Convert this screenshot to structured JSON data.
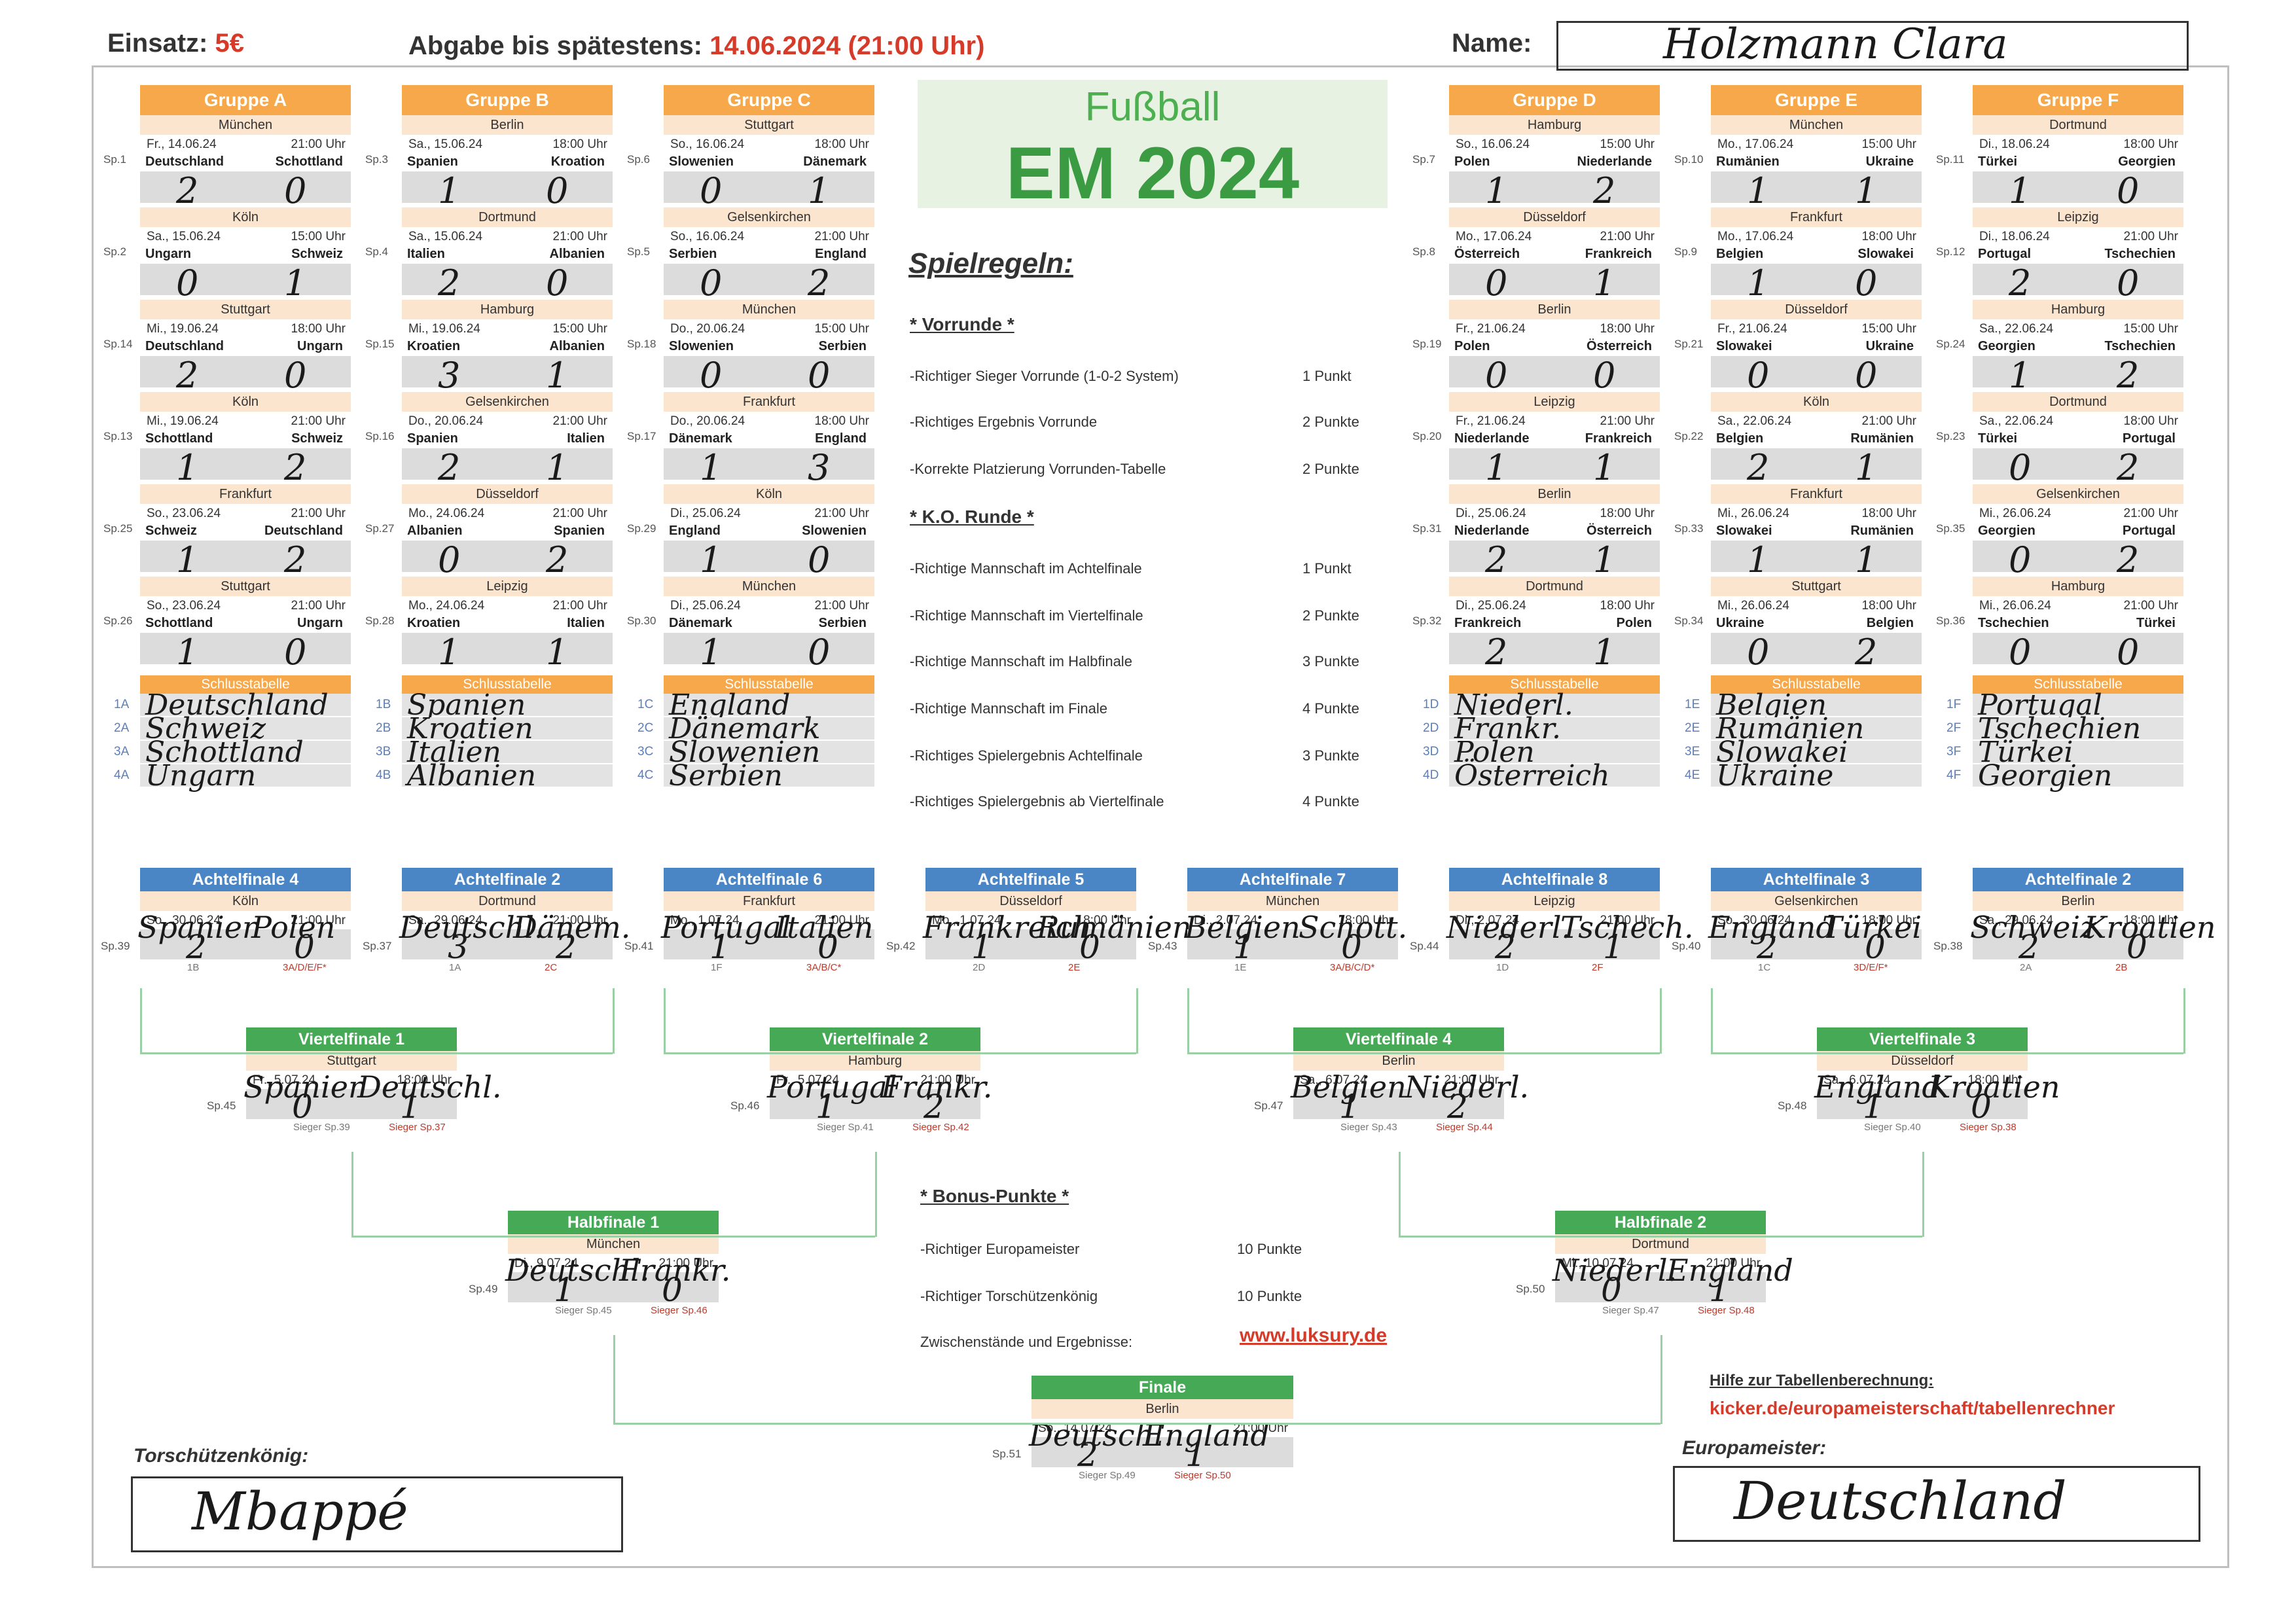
{
  "header": {
    "stake_label": "Einsatz:",
    "stake_value": "5€",
    "deadline_label": "Abgabe bis spätestens:",
    "deadline_value": "14.06.2024 (21:00 Uhr)",
    "name_label": "Name:",
    "name_value": "Holzmann Clara"
  },
  "title": {
    "small": "Fußball",
    "big": "EM 2024"
  },
  "rules": {
    "heading": "Spielregeln:",
    "vorrunde_heading": "* Vorrunde *",
    "vorrunde": [
      {
        "text": "-Richtiger Sieger Vorrunde (1-0-2 System)",
        "points": "1 Punkt"
      },
      {
        "text": "-Richtiges Ergebnis Vorrunde",
        "points": "2 Punkte"
      },
      {
        "text": "-Korrekte Platzierung Vorrunden-Tabelle",
        "points": "2 Punkte"
      }
    ],
    "ko_heading": "* K.O. Runde *",
    "ko": [
      {
        "text": "-Richtige Mannschaft im Achtelfinale",
        "points": "1 Punkt"
      },
      {
        "text": "-Richtige Mannschaft im Viertelfinale",
        "points": "2 Punkte"
      },
      {
        "text": "-Richtige Mannschaft im Halbfinale",
        "points": "3 Punkte"
      },
      {
        "text": "-Richtige Mannschaft im Finale",
        "points": "4 Punkte"
      },
      {
        "text": "-Richtiges Spielergebnis Achtelfinale",
        "points": "3 Punkte"
      },
      {
        "text": "-Richtiges Spielergebnis ab Viertelfinale",
        "points": "4 Punkte"
      }
    ],
    "bonus_heading": "* Bonus-Punkte *",
    "bonus": [
      {
        "text": "-Richtiger Europameister",
        "points": "10 Punkte"
      },
      {
        "text": "-Richtiger Torschützenkönig",
        "points": "10 Punkte"
      }
    ],
    "interim_label": "Zwischenstände und Ergebnisse:",
    "interim_link": "www.luksury.de",
    "help_label": "Hilfe zur Tabellenberechnung:",
    "help_link": "kicker.de/europameisterschaft/tabellenrechner"
  },
  "standings_label": "Schlusstabelle",
  "groups": [
    {
      "name": "Gruppe A",
      "letter": "A",
      "matches": [
        {
          "sp": "Sp.1",
          "venue": "München",
          "date": "Fr., 14.06.24",
          "time": "21:00 Uhr",
          "home": "Deutschland",
          "away": "Schottland",
          "hs": "2",
          "as": "0"
        },
        {
          "sp": "Sp.2",
          "venue": "Köln",
          "date": "Sa., 15.06.24",
          "time": "15:00 Uhr",
          "home": "Ungarn",
          "away": "Schweiz",
          "hs": "0",
          "as": "1"
        },
        {
          "sp": "Sp.14",
          "venue": "Stuttgart",
          "date": "Mi., 19.06.24",
          "time": "18:00 Uhr",
          "home": "Deutschland",
          "away": "Ungarn",
          "hs": "2",
          "as": "0"
        },
        {
          "sp": "Sp.13",
          "venue": "Köln",
          "date": "Mi., 19.06.24",
          "time": "21:00 Uhr",
          "home": "Schottland",
          "away": "Schweiz",
          "hs": "1",
          "as": "2"
        },
        {
          "sp": "Sp.25",
          "venue": "Frankfurt",
          "date": "So., 23.06.24",
          "time": "21:00 Uhr",
          "home": "Schweiz",
          "away": "Deutschland",
          "hs": "1",
          "as": "2"
        },
        {
          "sp": "Sp.26",
          "venue": "Stuttgart",
          "date": "So., 23.06.24",
          "time": "21:00 Uhr",
          "home": "Schottland",
          "away": "Ungarn",
          "hs": "1",
          "as": "0"
        }
      ],
      "table": [
        "Deutschland",
        "Schweiz",
        "Schottland",
        "Ungarn"
      ]
    },
    {
      "name": "Gruppe B",
      "letter": "B",
      "matches": [
        {
          "sp": "Sp.3",
          "venue": "Berlin",
          "date": "Sa., 15.06.24",
          "time": "18:00 Uhr",
          "home": "Spanien",
          "away": "Kroation",
          "hs": "1",
          "as": "0"
        },
        {
          "sp": "Sp.4",
          "venue": "Dortmund",
          "date": "Sa., 15.06.24",
          "time": "21:00 Uhr",
          "home": "Italien",
          "away": "Albanien",
          "hs": "2",
          "as": "0"
        },
        {
          "sp": "Sp.15",
          "venue": "Hamburg",
          "date": "Mi., 19.06.24",
          "time": "15:00 Uhr",
          "home": "Kroatien",
          "away": "Albanien",
          "hs": "3",
          "as": "1"
        },
        {
          "sp": "Sp.16",
          "venue": "Gelsenkirchen",
          "date": "Do., 20.06.24",
          "time": "21:00 Uhr",
          "home": "Spanien",
          "away": "Italien",
          "hs": "2",
          "as": "1"
        },
        {
          "sp": "Sp.27",
          "venue": "Düsseldorf",
          "date": "Mo., 24.06.24",
          "time": "21:00 Uhr",
          "home": "Albanien",
          "away": "Spanien",
          "hs": "0",
          "as": "2"
        },
        {
          "sp": "Sp.28",
          "venue": "Leipzig",
          "date": "Mo., 24.06.24",
          "time": "21:00 Uhr",
          "home": "Kroatien",
          "away": "Italien",
          "hs": "1",
          "as": "1"
        }
      ],
      "table": [
        "Spanien",
        "Kroatien",
        "Italien",
        "Albanien"
      ]
    },
    {
      "name": "Gruppe C",
      "letter": "C",
      "matches": [
        {
          "sp": "Sp.6",
          "venue": "Stuttgart",
          "date": "So., 16.06.24",
          "time": "18:00 Uhr",
          "home": "Slowenien",
          "away": "Dänemark",
          "hs": "0",
          "as": "1"
        },
        {
          "sp": "Sp.5",
          "venue": "Gelsenkirchen",
          "date": "So., 16.06.24",
          "time": "21:00 Uhr",
          "home": "Serbien",
          "away": "England",
          "hs": "0",
          "as": "2"
        },
        {
          "sp": "Sp.18",
          "venue": "München",
          "date": "Do., 20.06.24",
          "time": "15:00 Uhr",
          "home": "Slowenien",
          "away": "Serbien",
          "hs": "0",
          "as": "0"
        },
        {
          "sp": "Sp.17",
          "venue": "Frankfurt",
          "date": "Do., 20.06.24",
          "time": "18:00 Uhr",
          "home": "Dänemark",
          "away": "England",
          "hs": "1",
          "as": "3"
        },
        {
          "sp": "Sp.29",
          "venue": "Köln",
          "date": "Di., 25.06.24",
          "time": "21:00 Uhr",
          "home": "England",
          "away": "Slowenien",
          "hs": "1",
          "as": "0"
        },
        {
          "sp": "Sp.30",
          "venue": "München",
          "date": "Di., 25.06.24",
          "time": "21:00 Uhr",
          "home": "Dänemark",
          "away": "Serbien",
          "hs": "1",
          "as": "0"
        }
      ],
      "table": [
        "England",
        "Dänemark",
        "Slowenien",
        "Serbien"
      ]
    },
    {
      "name": "Gruppe D",
      "letter": "D",
      "matches": [
        {
          "sp": "Sp.7",
          "venue": "Hamburg",
          "date": "So., 16.06.24",
          "time": "15:00 Uhr",
          "home": "Polen",
          "away": "Niederlande",
          "hs": "1",
          "as": "2"
        },
        {
          "sp": "Sp.8",
          "venue": "Düsseldorf",
          "date": "Mo., 17.06.24",
          "time": "21:00 Uhr",
          "home": "Österreich",
          "away": "Frankreich",
          "hs": "0",
          "as": "1"
        },
        {
          "sp": "Sp.19",
          "venue": "Berlin",
          "date": "Fr., 21.06.24",
          "time": "18:00 Uhr",
          "home": "Polen",
          "away": "Österreich",
          "hs": "0",
          "as": "0"
        },
        {
          "sp": "Sp.20",
          "venue": "Leipzig",
          "date": "Fr., 21.06.24",
          "time": "21:00 Uhr",
          "home": "Niederlande",
          "away": "Frankreich",
          "hs": "1",
          "as": "1"
        },
        {
          "sp": "Sp.31",
          "venue": "Berlin",
          "date": "Di., 25.06.24",
          "time": "18:00 Uhr",
          "home": "Niederlande",
          "away": "Österreich",
          "hs": "2",
          "as": "1"
        },
        {
          "sp": "Sp.32",
          "venue": "Dortmund",
          "date": "Di., 25.06.24",
          "time": "18:00 Uhr",
          "home": "Frankreich",
          "away": "Polen",
          "hs": "2",
          "as": "1"
        }
      ],
      "table": [
        "Niederl.",
        "Frankr.",
        "Polen",
        "Österreich"
      ]
    },
    {
      "name": "Gruppe E",
      "letter": "E",
      "matches": [
        {
          "sp": "Sp.10",
          "venue": "München",
          "date": "Mo., 17.06.24",
          "time": "15:00 Uhr",
          "home": "Rumänien",
          "away": "Ukraine",
          "hs": "1",
          "as": "1"
        },
        {
          "sp": "Sp.9",
          "venue": "Frankfurt",
          "date": "Mo., 17.06.24",
          "time": "18:00 Uhr",
          "home": "Belgien",
          "away": "Slowakei",
          "hs": "1",
          "as": "0"
        },
        {
          "sp": "Sp.21",
          "venue": "Düsseldorf",
          "date": "Fr., 21.06.24",
          "time": "15:00 Uhr",
          "home": "Slowakei",
          "away": "Ukraine",
          "hs": "0",
          "as": "0"
        },
        {
          "sp": "Sp.22",
          "venue": "Köln",
          "date": "Sa., 22.06.24",
          "time": "21:00 Uhr",
          "home": "Belgien",
          "away": "Rumänien",
          "hs": "2",
          "as": "1"
        },
        {
          "sp": "Sp.33",
          "venue": "Frankfurt",
          "date": "Mi., 26.06.24",
          "time": "18:00 Uhr",
          "home": "Slowakei",
          "away": "Rumänien",
          "hs": "1",
          "as": "1"
        },
        {
          "sp": "Sp.34",
          "venue": "Stuttgart",
          "date": "Mi., 26.06.24",
          "time": "18:00 Uhr",
          "home": "Ukraine",
          "away": "Belgien",
          "hs": "0",
          "as": "2"
        }
      ],
      "table": [
        "Belgien",
        "Rumänien",
        "Slowakei",
        "Ukraine"
      ]
    },
    {
      "name": "Gruppe F",
      "letter": "F",
      "matches": [
        {
          "sp": "Sp.11",
          "venue": "Dortmund",
          "date": "Di., 18.06.24",
          "time": "18:00 Uhr",
          "home": "Türkei",
          "away": "Georgien",
          "hs": "1",
          "as": "0"
        },
        {
          "sp": "Sp.12",
          "venue": "Leipzig",
          "date": "Di., 18.06.24",
          "time": "21:00 Uhr",
          "home": "Portugal",
          "away": "Tschechien",
          "hs": "2",
          "as": "0"
        },
        {
          "sp": "Sp.24",
          "venue": "Hamburg",
          "date": "Sa., 22.06.24",
          "time": "15:00 Uhr",
          "home": "Georgien",
          "away": "Tschechien",
          "hs": "1",
          "as": "2"
        },
        {
          "sp": "Sp.23",
          "venue": "Dortmund",
          "date": "Sa., 22.06.24",
          "time": "18:00 Uhr",
          "home": "Türkei",
          "away": "Portugal",
          "hs": "0",
          "as": "2"
        },
        {
          "sp": "Sp.35",
          "venue": "Gelsenkirchen",
          "date": "Mi., 26.06.24",
          "time": "21:00 Uhr",
          "home": "Georgien",
          "away": "Portugal",
          "hs": "0",
          "as": "2"
        },
        {
          "sp": "Sp.36",
          "venue": "Hamburg",
          "date": "Mi., 26.06.24",
          "time": "21:00 Uhr",
          "home": "Tschechien",
          "away": "Türkei",
          "hs": "0",
          "as": "0"
        }
      ],
      "table": [
        "Portugal",
        "Tschechien",
        "Türkei",
        "Georgien"
      ]
    }
  ],
  "round_of_16": [
    {
      "title": "Achtelfinale 4",
      "sp": "Sp.39",
      "venue": "Köln",
      "date": "So., 30.06.24",
      "time": "21:00 Uhr",
      "home": "Spanien",
      "away": "Polen",
      "hs": "2",
      "as": "0",
      "seed_home": "1B",
      "seed_away": "3A/D/E/F*"
    },
    {
      "title": "Achtelfinale 2",
      "sp": "Sp.37",
      "venue": "Dortmund",
      "date": "Sa., 29.06.24",
      "time": "21:00 Uhr",
      "home": "Deutschl.",
      "away": "Dänem.",
      "hs": "3",
      "as": "2",
      "seed_home": "1A",
      "seed_away": "2C"
    },
    {
      "title": "Achtelfinale 6",
      "sp": "Sp.41",
      "venue": "Frankfurt",
      "date": "Mo., 1.07.24",
      "time": "21:00 Uhr",
      "home": "Portugal",
      "away": "Italien",
      "hs": "1",
      "as": "0",
      "seed_home": "1F",
      "seed_away": "3A/B/C*"
    },
    {
      "title": "Achtelfinale 5",
      "sp": "Sp.42",
      "venue": "Düsseldorf",
      "date": "Mo., 1.07.24",
      "time": "18:00 Uhr",
      "home": "Frankreich",
      "away": "Rumänien",
      "hs": "1",
      "as": "0",
      "seed_home": "2D",
      "seed_away": "2E"
    },
    {
      "title": "Achtelfinale 7",
      "sp": "Sp.43",
      "venue": "München",
      "date": "Di., 2.07.24",
      "time": "18:00 Uhr",
      "home": "Belgien",
      "away": "Schott.",
      "hs": "1",
      "as": "0",
      "seed_home": "1E",
      "seed_away": "3A/B/C/D*"
    },
    {
      "title": "Achtelfinale 8",
      "sp": "Sp.44",
      "venue": "Leipzig",
      "date": "Di., 2.07.24",
      "time": "21:00 Uhr",
      "home": "Niederl.",
      "away": "Tschech.",
      "hs": "2",
      "as": "1",
      "seed_home": "1D",
      "seed_away": "2F"
    },
    {
      "title": "Achtelfinale 3",
      "sp": "Sp.40",
      "venue": "Gelsenkirchen",
      "date": "So., 30.06.24",
      "time": "18:00 Uhr",
      "home": "England",
      "away": "Türkei",
      "hs": "2",
      "as": "0",
      "seed_home": "1C",
      "seed_away": "3D/E/F*"
    },
    {
      "title": "Achtelfinale 2",
      "sp": "Sp.38",
      "venue": "Berlin",
      "date": "Sa., 29.06.24",
      "time": "18:00 Uhr",
      "home": "Schweiz",
      "away": "Kroatien",
      "hs": "2",
      "as": "0",
      "seed_home": "2A",
      "seed_away": "2B"
    }
  ],
  "quarterfinals": [
    {
      "title": "Viertelfinale 1",
      "sp": "Sp.45",
      "venue": "Stuttgart",
      "date": "Fr., 5.07.24",
      "time": "18:00 Uhr",
      "home": "Spanien",
      "away": "Deutschl.",
      "hs": "0",
      "as": "1",
      "seed_home": "Sieger Sp.39",
      "seed_away": "Sieger Sp.37"
    },
    {
      "title": "Viertelfinale 2",
      "sp": "Sp.46",
      "venue": "Hamburg",
      "date": "Fr., 5.07.24",
      "time": "21:00 Uhr",
      "home": "Portugal",
      "away": "Frankr.",
      "hs": "1",
      "as": "2",
      "seed_home": "Sieger Sp.41",
      "seed_away": "Sieger Sp.42"
    },
    {
      "title": "Viertelfinale 4",
      "sp": "Sp.47",
      "venue": "Berlin",
      "date": "Sa., 6.07.24",
      "time": "21:00 Uhr",
      "home": "Belgien",
      "away": "Niederl.",
      "hs": "1",
      "as": "2",
      "seed_home": "Sieger Sp.43",
      "seed_away": "Sieger Sp.44"
    },
    {
      "title": "Viertelfinale 3",
      "sp": "Sp.48",
      "venue": "Düsseldorf",
      "date": "Sa., 6.07.24",
      "time": "18:00 Uhr",
      "home": "England",
      "away": "Kroatien",
      "hs": "1",
      "as": "0",
      "seed_home": "Sieger Sp.40",
      "seed_away": "Sieger Sp.38"
    }
  ],
  "semifinals": [
    {
      "title": "Halbfinale 1",
      "sp": "Sp.49",
      "venue": "München",
      "date": "Di., 9.07.24",
      "time": "21:00 Uhr",
      "home": "Deutschl.",
      "away": "Frankr.",
      "hs": "1",
      "as": "0",
      "seed_home": "Sieger Sp.45",
      "seed_away": "Sieger Sp.46"
    },
    {
      "title": "Halbfinale 2",
      "sp": "Sp.50",
      "venue": "Dortmund",
      "date": "Mi., 10.07.24",
      "time": "21:00 Uhr",
      "home": "Niederl.",
      "away": "England",
      "hs": "0",
      "as": "1",
      "seed_home": "Sieger Sp.47",
      "seed_away": "Sieger Sp.48"
    }
  ],
  "final": {
    "title": "Finale",
    "sp": "Sp.51",
    "venue": "Berlin",
    "date": "So., 14.07.24",
    "time": "21:00 Uhr",
    "home": "Deutschl.",
    "away": "England",
    "hs": "2",
    "as": "1",
    "seed_home": "Sieger Sp.49",
    "seed_away": "Sieger Sp.50"
  },
  "top_scorer": {
    "label": "Torschützenkönig:",
    "value": "Mbappé"
  },
  "champion": {
    "label": "Europameister:",
    "value": "Deutschland"
  }
}
